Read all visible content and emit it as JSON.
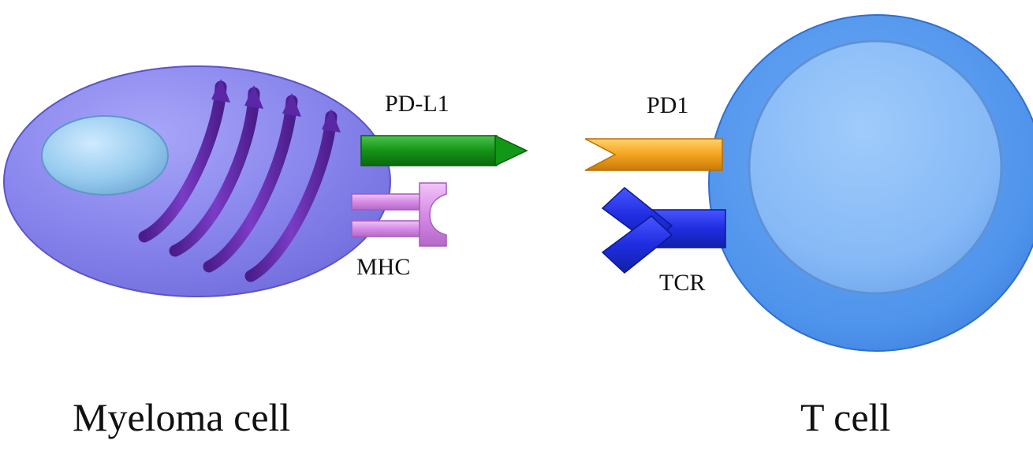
{
  "labels": {
    "pdl1": "PD-L1",
    "mhc": "MHC",
    "pd1": "PD1",
    "tcr": "TCR",
    "myeloma": "Myeloma cell",
    "tcell": "T cell"
  },
  "colors": {
    "myeloma_body": "#8a86ee",
    "myeloma_nucleus": "#9ed0f2",
    "er_folds": "#6a2fb0",
    "pdl1": "#149a1a",
    "mhc": "#d68be6",
    "pd1": "#f4a41e",
    "tcr": "#1f2de0",
    "tcell_body": "#5a9df0",
    "tcell_nucleus": "#8cbdf8"
  },
  "icons": {
    "myeloma_cell": "myeloma-cell-shape",
    "t_cell": "t-cell-shape",
    "pdl1": "arrow-ligand",
    "mhc": "cup-receptor",
    "pd1": "notched-receptor",
    "tcr": "y-receptor"
  }
}
